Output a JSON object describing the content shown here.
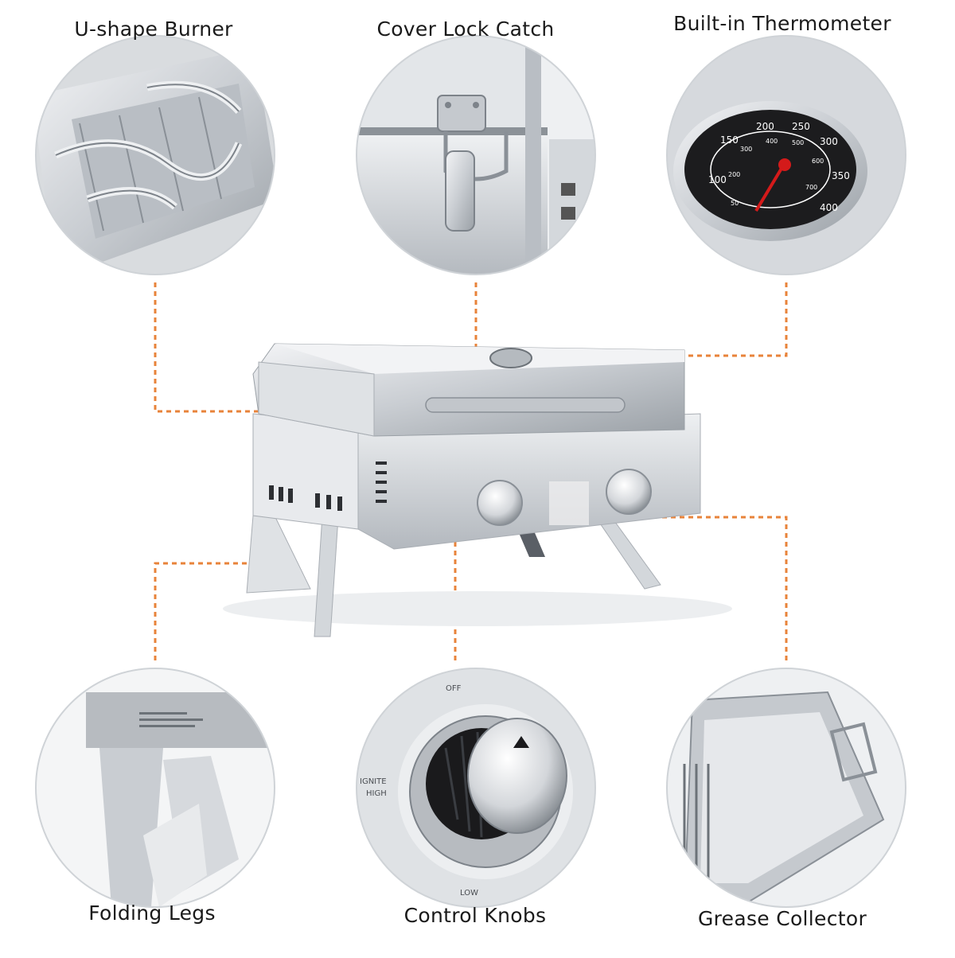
{
  "labels": {
    "burner": "U-shape Burner",
    "lock": "Cover Lock Catch",
    "thermometer": "Built-in Thermometer",
    "legs": "Folding Legs",
    "knobs": "Control Knobs",
    "grease": "Grease Collector"
  },
  "thermometer_scale": {
    "outer": [
      "100",
      "150",
      "200",
      "250",
      "300",
      "350",
      "400"
    ],
    "inner": [
      "50",
      "200",
      "300",
      "400",
      "500",
      "600",
      "700"
    ]
  },
  "knob_marks": {
    "off": "OFF",
    "ignite": "IGNITE",
    "high": "HIGH",
    "low": "LOW"
  },
  "colors": {
    "leader": "#e8833a",
    "steel": "#c9cdd2",
    "steel_dark": "#8b9096",
    "needle": "#d41a1a",
    "dial": "#1c1c1e"
  }
}
